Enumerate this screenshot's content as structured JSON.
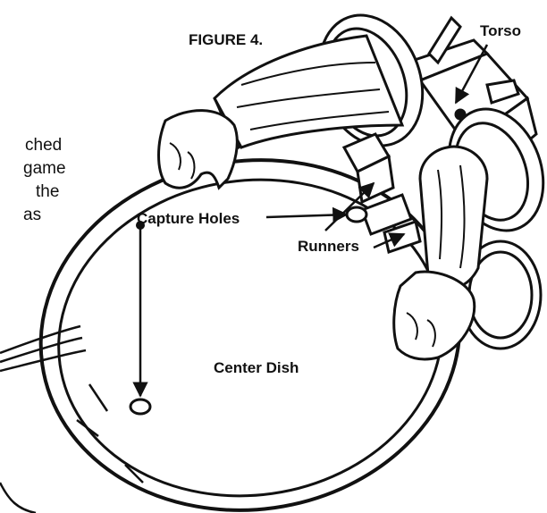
{
  "figure": {
    "title": "FIGURE 4.",
    "labels": {
      "torso": "Torso",
      "capture_holes": "Capture Holes",
      "runners": "Runners",
      "center_dish": "Center Dish"
    },
    "side_text": [
      "ched",
      "game",
      "the",
      "as"
    ]
  }
}
